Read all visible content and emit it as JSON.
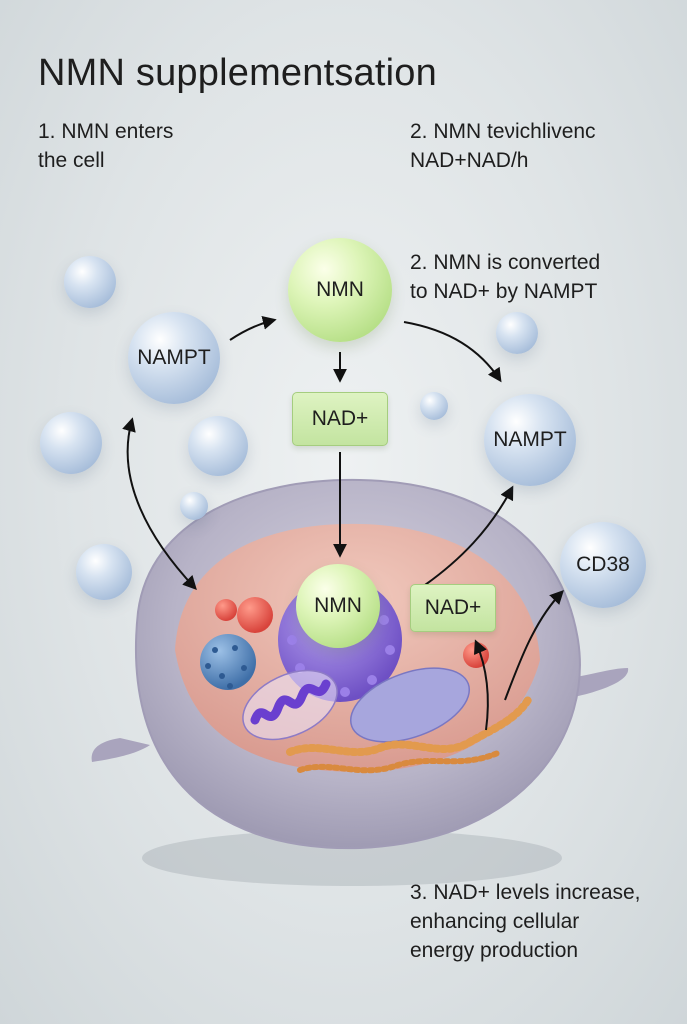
{
  "title": "NMN supplementsation",
  "steps": {
    "step1": "1. NMN enters\n    the cell",
    "step2a": "2. NMN teνichlivenc\n    NAD+NAD/h",
    "step2b": "2. NMN is converted\n    to NAD+ by NAMPT",
    "step3": "3. NAD+ levels increase,\n    enhancing cellular\n    energy production"
  },
  "labels": {
    "nampt_left": "NAMPT",
    "nmn_top": "NMN",
    "nad_top": "NAD+",
    "nampt_right": "NAMPT",
    "cd38": "CD38",
    "nmn_cell": "NMN",
    "nad_cell": "NAD+"
  },
  "colors": {
    "background": "#dfe4e6",
    "sphere_blue": "#a9bfdb",
    "sphere_green": "#b4de84",
    "nad_box": "#c3e4a0",
    "cell_membrane": "#b9b6c8",
    "cell_interior": "#e7b1a6",
    "nucleus": "#8c6fd8",
    "mitochondria": "#7a52d0",
    "er": "#e09a50"
  }
}
